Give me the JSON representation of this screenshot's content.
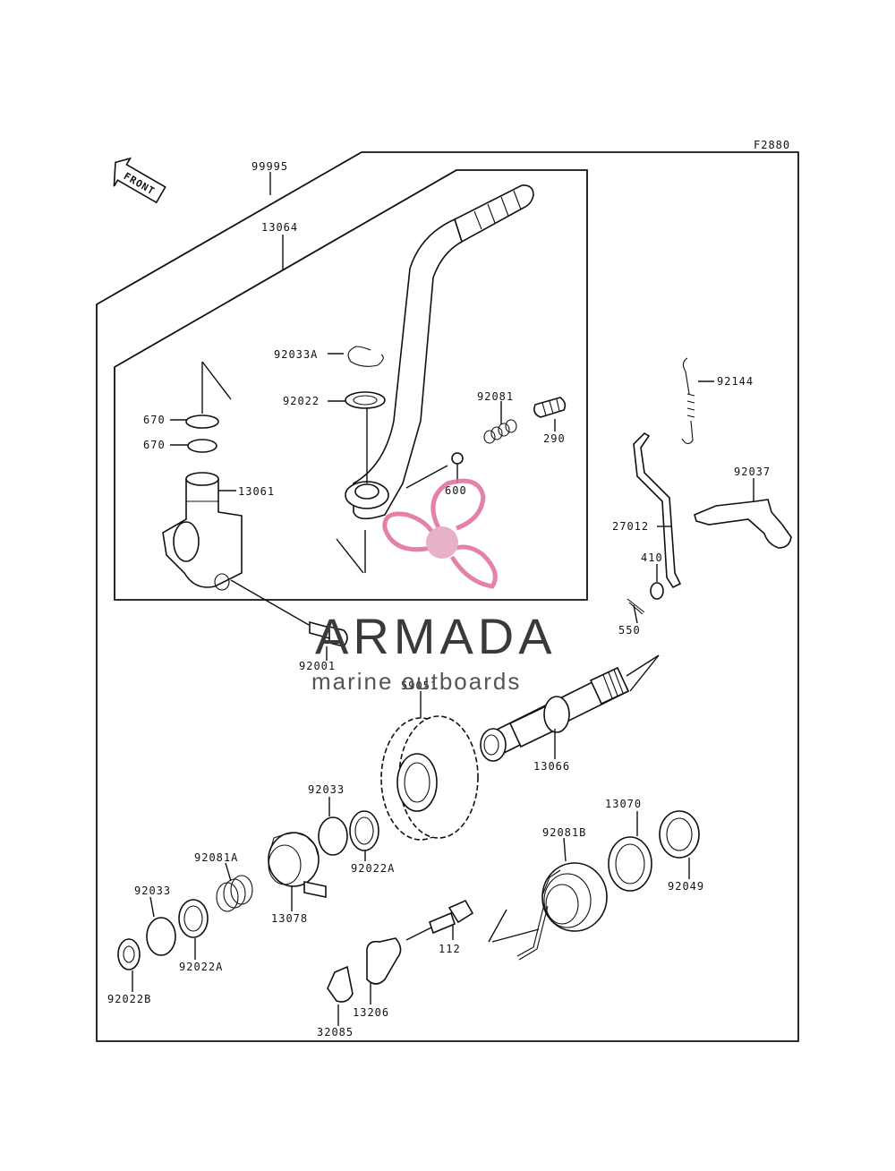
{
  "figure_code": "F2880",
  "front_label": "FRONT",
  "watermark": {
    "brand": "ARMADA",
    "tagline": "marine outboards",
    "color": "#e06b9c"
  },
  "part_labels": {
    "p99995": "99995",
    "p13064": "13064",
    "p92033A": "92033A",
    "p92022_top": "92022",
    "p670_a": "670",
    "p670_b": "670",
    "p13061": "13061",
    "p92081": "92081",
    "p290": "290",
    "p600": "600",
    "p92144": "92144",
    "p92037": "92037",
    "p27012": "27012",
    "p410": "410",
    "p550": "550",
    "p92001": "92001",
    "p59051": "59051",
    "p13066": "13066",
    "p92033_mid": "92033",
    "p92022A_mid": "92022A",
    "p92081A": "92081A",
    "p13078": "13078",
    "p92033_low": "92033",
    "p92022A_low": "92022A",
    "p92022B": "92022B",
    "p13070": "13070",
    "p92081B": "92081B",
    "p92049": "92049",
    "p112": "112",
    "p13206": "13206",
    "p32085": "32085"
  }
}
